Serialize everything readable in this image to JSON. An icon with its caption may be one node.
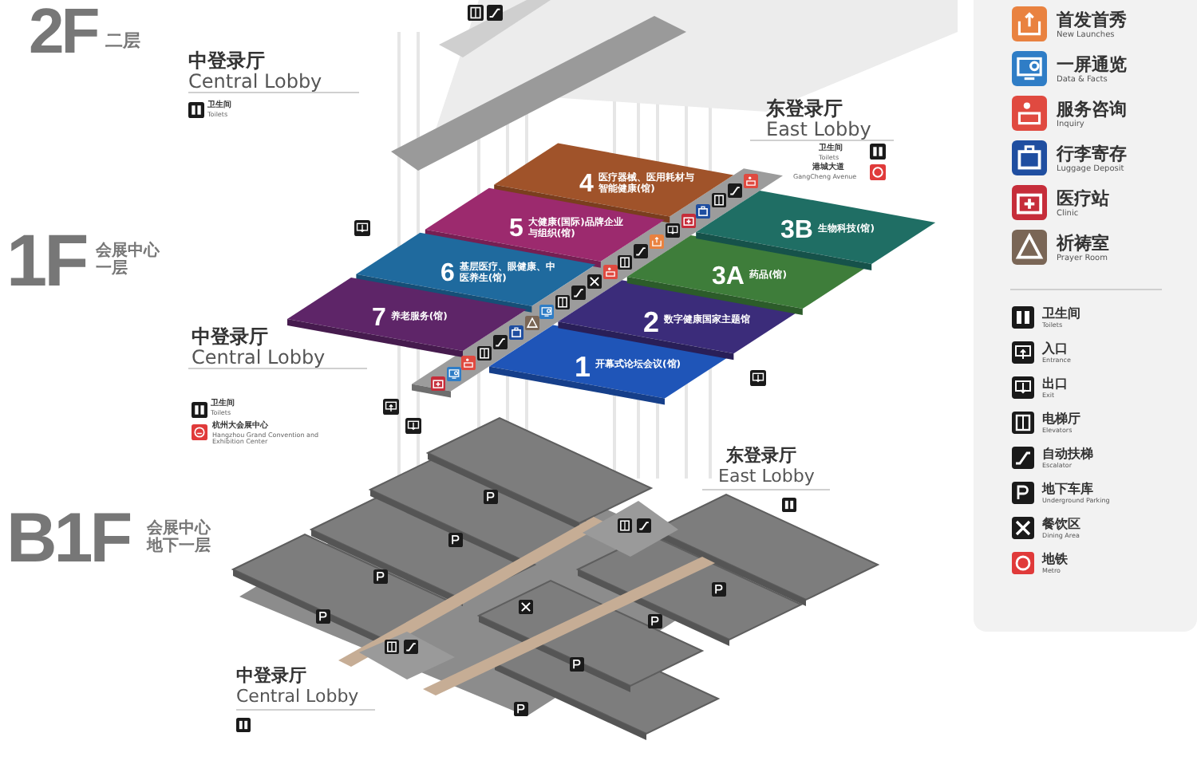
{
  "diagram": {
    "nodes": [
      {
        "text": [
          "1",
          "开幕式论坛会议(馆)"
        ]
      },
      {
        "text": [
          "2",
          "数字健康国家主题馆"
        ]
      },
      {
        "text": [
          "3A",
          "药品(馆)"
        ]
      },
      {
        "text": [
          "3B",
          "生物科技(馆)"
        ]
      },
      {
        "text": [
          "4",
          "医疗器械、医用耗材与智能健康(馆)"
        ]
      },
      {
        "text": [
          "5",
          "大健康(国际)品牌企业与组织(馆)"
        ]
      },
      {
        "text": [
          "6",
          "基层医疗、眼健康、中医养生(馆)"
        ]
      },
      {
        "text": [
          "7",
          "养老服务(馆)"
        ]
      }
    ],
    "labels": [
      "2F",
      "二层",
      "中登录厅",
      "Central Lobby",
      "卫生间",
      "Toilets",
      "1F",
      "会展中心一层",
      "中登录厅",
      "Central Lobby",
      "卫生间",
      "Toilets",
      "杭州大会展中心",
      "Hangzhou Grand Convention and Exhibition Center",
      "东登录厅",
      "East Lobby",
      "卫生间",
      "Toilets",
      "港城大道",
      "GangCheng Avenue",
      "B1F",
      "会展中心地下一层",
      "东登录厅",
      "East Lobby",
      "中登录厅",
      "Central Lobby"
    ],
    "legend": [
      {
        "text": "首发首秀 New Launches"
      },
      {
        "text": "一屏通览 Data & Facts"
      },
      {
        "text": "服务咨询 Inquiry"
      },
      {
        "text": "行李寄存 Luggage Deposit"
      },
      {
        "text": "医疗站 Clinic"
      },
      {
        "text": "祈祷室 Prayer Room"
      },
      {
        "text": "卫生间 Toilets"
      },
      {
        "text": "入口 Entrance"
      },
      {
        "text": "出口 Exit"
      },
      {
        "text": "电梯厅 Elevators"
      },
      {
        "text": "自动扶梯 Escalator"
      },
      {
        "text": "地下车库 Underground Parking"
      },
      {
        "text": "餐饮区 Dining Area"
      },
      {
        "text": "地铁 Metro"
      }
    ]
  }
}
